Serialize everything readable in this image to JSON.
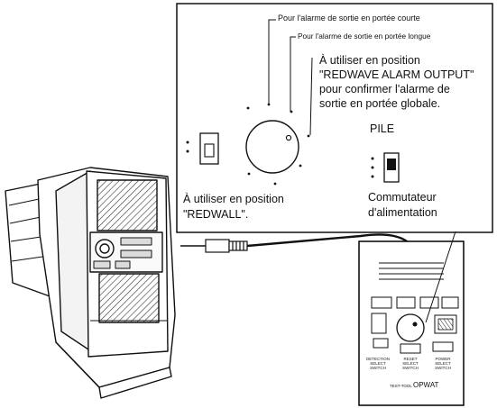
{
  "panel": {
    "short_range_label": "Pour l'alarme de sortie en portée courte",
    "long_range_label": "Pour l'alarme de sortie en portée longue",
    "alarm_output_lines": [
      "À utiliser en position",
      "\"REDWAVE ALARM OUTPUT\"",
      "pour confirmer l'alarme de",
      "sortie en portée globale."
    ],
    "battery_label": "PILE",
    "redwall_lines": [
      "À utiliser en position",
      "\"REDWALL\"."
    ],
    "power_switch_lines": [
      "Commutateur",
      "d'alimentation"
    ]
  },
  "tester": {
    "brand": "OPWAT",
    "model": "TEST-TOOL",
    "switch_labels": [
      "DETECTION SELECT SWITCH",
      "RESET SELECT SWITCH",
      "POWER SELECT SWITCH"
    ]
  },
  "colors": {
    "line": "#111111",
    "fill": "#ffffff",
    "shade": "#555555"
  }
}
